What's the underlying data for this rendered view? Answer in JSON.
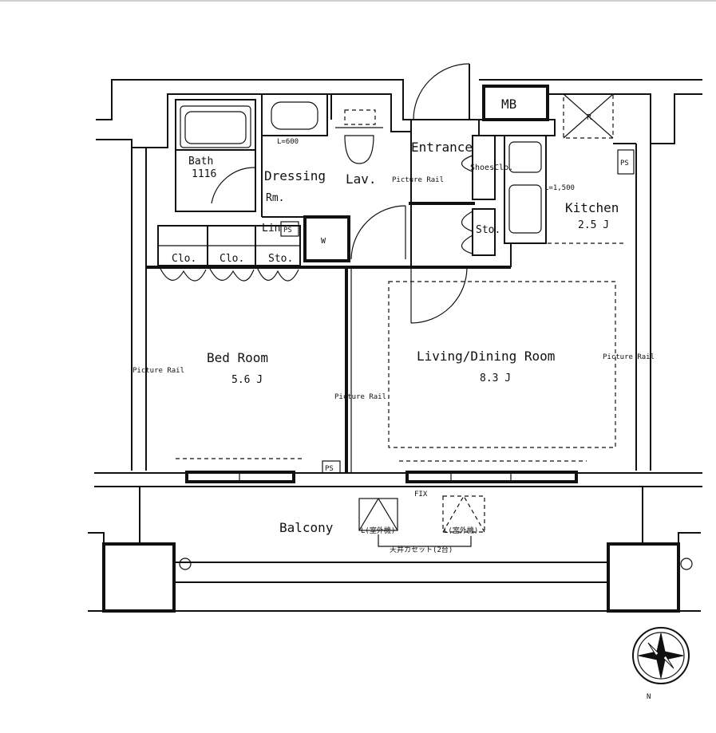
{
  "rooms": {
    "mb": "MB",
    "bath": "Bath",
    "bath_size": "1116",
    "dressing": "Dressing",
    "dressing_rm": "Rm.",
    "lav": "Lav.",
    "entrance": "Entrance",
    "shoes_clo": "ShoesClo.",
    "kitchen": "Kitchen",
    "kitchen_size": "2.5 J",
    "sto_entry": "Sto.",
    "lin": "Lin",
    "clo1": "Clo.",
    "clo2": "Clo.",
    "sto_bed": "Sto.",
    "bed_room": "Bed Room",
    "bed_room_size": "5.6 J",
    "living": "Living/Dining Room",
    "living_size": "8.3 J",
    "balcony": "Balcony"
  },
  "labels": {
    "l600": "L=600",
    "l1500": "L=1,500",
    "picture_rail_entry": "Picture Rail",
    "picture_rail_bed": "Picture Rail",
    "picture_rail_mid": "Picture Rail",
    "picture_rail_right": "Picture Rail",
    "ps_lin": "PS",
    "ps_kitchen": "PS",
    "ps_bottom": "PS",
    "fix": "FIX",
    "fridge_r": "R",
    "washer_w": "W",
    "ac_unit1": "L(室外機)",
    "ac_unit2": "L(室外機)",
    "ac_note": "天井カセット(2台)",
    "north": "N"
  }
}
